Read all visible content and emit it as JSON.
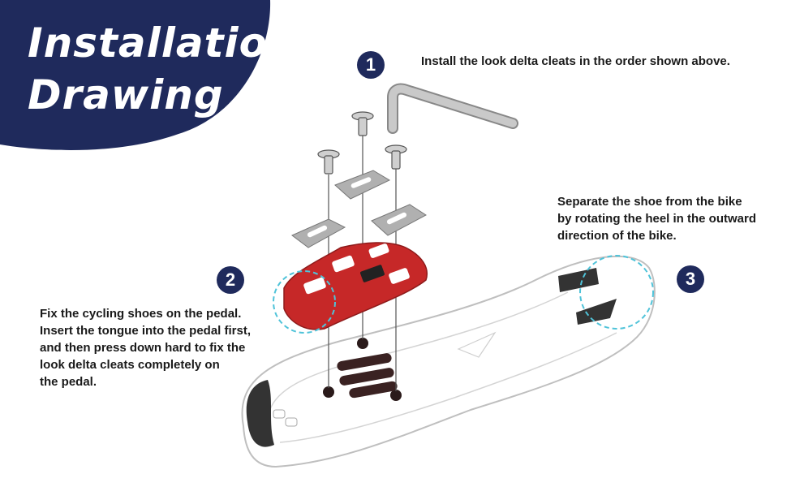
{
  "title": {
    "line1": "Installation",
    "line2": "Drawing"
  },
  "steps": [
    {
      "number": "1",
      "lines": [
        "Install the look delta cleats in the order shown above."
      ]
    },
    {
      "number": "2",
      "lines": [
        "Fix the cycling shoes on the pedal.",
        "Insert the tongue into the pedal first,",
        "and then press down hard to fix the",
        "look delta cleats completely on",
        "the pedal."
      ]
    },
    {
      "number": "3",
      "lines": [
        "Separate the shoe from the bike",
        "by rotating the heel in the outward",
        "direction of the bike."
      ]
    }
  ],
  "colors": {
    "title_bg": "#1f2a5c",
    "badge_bg": "#1f2a5c",
    "cleat_red": "#c62828",
    "spacer_gray": "#b0b0b0",
    "highlight_cyan": "#4fc3d9"
  },
  "icons": [
    "allen-key-icon",
    "screw-icon",
    "cleat-icon",
    "shoe-sole-icon"
  ]
}
